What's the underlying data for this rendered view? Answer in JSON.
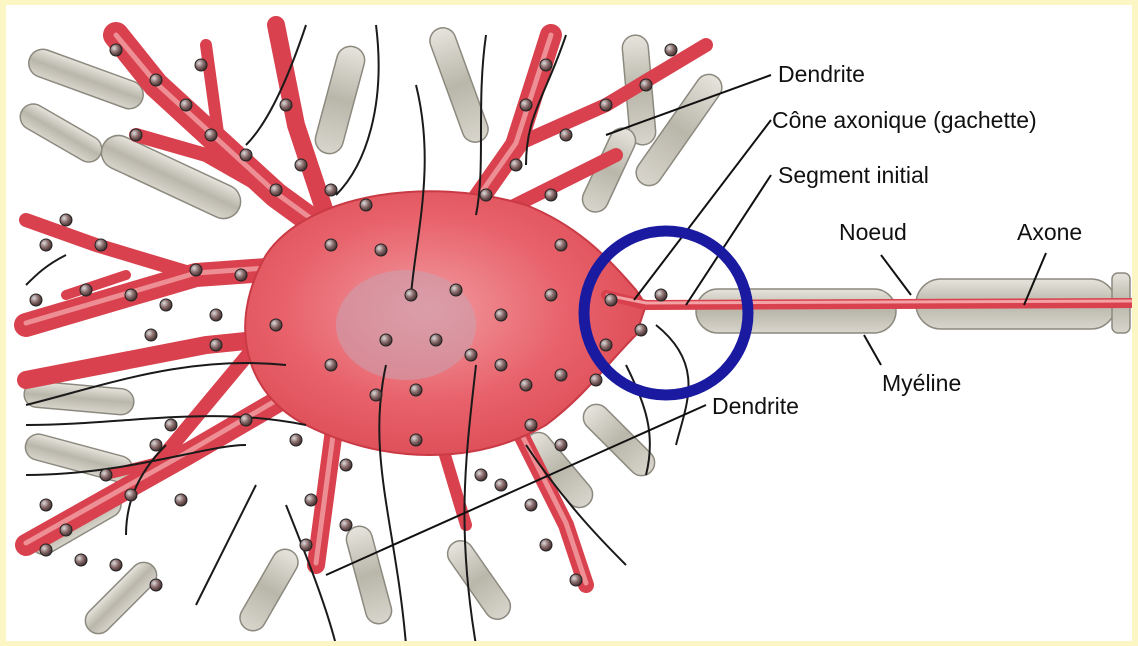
{
  "labels": {
    "dendrite_top": "Dendrite",
    "cone_axonique": "Cône axonique (gachette)",
    "segment_initial": "Segment initial",
    "noeud": "Noeud",
    "axone": "Axone",
    "myeline": "Myéline",
    "dendrite_bottom": "Dendrite"
  },
  "colors": {
    "neuron_fill": "#e8585f",
    "neuron_highlight": "#f7b3b5",
    "nucleus": "#c9a3b0",
    "myelin": "#c7c4b8",
    "highlight_circle": "#1a1aa0",
    "frame": "#fbf6c4"
  }
}
